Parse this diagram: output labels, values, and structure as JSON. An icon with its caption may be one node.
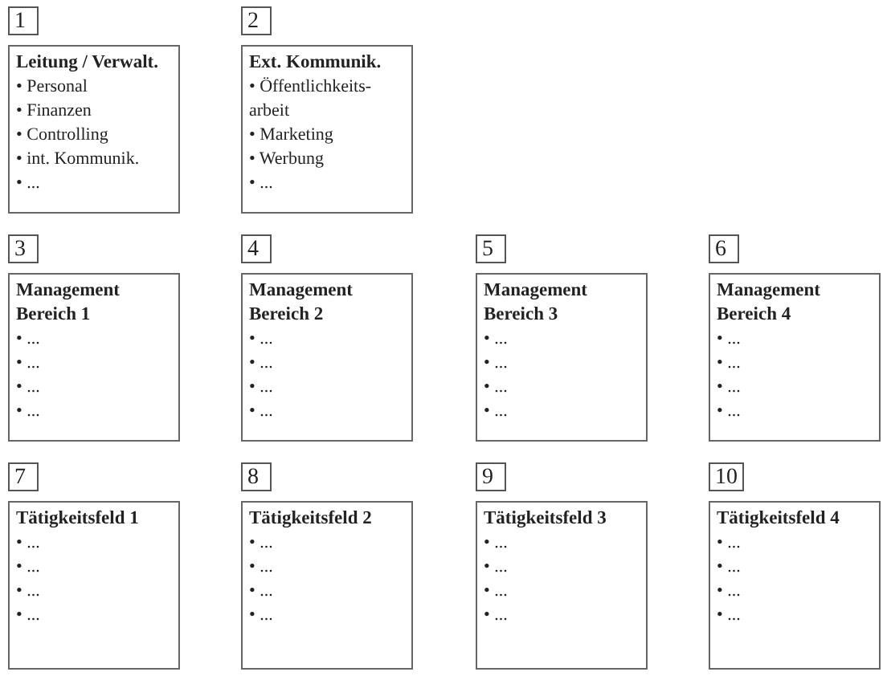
{
  "diagram": {
    "nodes": [
      {
        "text": [
          "1"
        ]
      },
      {
        "text": [
          "Leitung / Verwalt.",
          "• Personal",
          "• Finanzen",
          "• Controlling",
          "• int. Kommunik.",
          "• ..."
        ]
      },
      {
        "text": [
          "2"
        ]
      },
      {
        "text": [
          "Ext. Kommunik.",
          "• Öffentlichkeits- arbeit",
          "• Marketing",
          "• Werbung",
          "• ..."
        ]
      },
      {
        "text": [
          "3"
        ]
      },
      {
        "text": [
          "Management Bereich 1",
          "• ...",
          "• ...",
          "• ...",
          "• ..."
        ]
      },
      {
        "text": [
          "4"
        ]
      },
      {
        "text": [
          "Management Bereich 2",
          "• ...",
          "• ...",
          "• ...",
          "• ..."
        ]
      },
      {
        "text": [
          "5"
        ]
      },
      {
        "text": [
          "Management Bereich 3",
          "• ...",
          "• ...",
          "• ...",
          "• ..."
        ]
      },
      {
        "text": [
          "6"
        ]
      },
      {
        "text": [
          "Management Bereich 4",
          "• ...",
          "• ...",
          "• ...",
          "• ..."
        ]
      },
      {
        "text": [
          "7"
        ]
      },
      {
        "text": [
          "Tätigkeitsfeld 1",
          "• ...",
          "• ...",
          "• ...",
          "• ..."
        ]
      },
      {
        "text": [
          "8"
        ]
      },
      {
        "text": [
          "Tätigkeitsfeld 2",
          "• ...",
          "• ...",
          "• ...",
          "• ..."
        ]
      },
      {
        "text": [
          "9"
        ]
      },
      {
        "text": [
          "Tätigkeitsfeld 3",
          "• ...",
          "• ...",
          "• ...",
          "• ..."
        ]
      },
      {
        "text": [
          "10"
        ]
      },
      {
        "text": [
          "Tätigkeitsfeld 4",
          "• ...",
          "• ...",
          "• ...",
          "• ..."
        ]
      }
    ]
  }
}
